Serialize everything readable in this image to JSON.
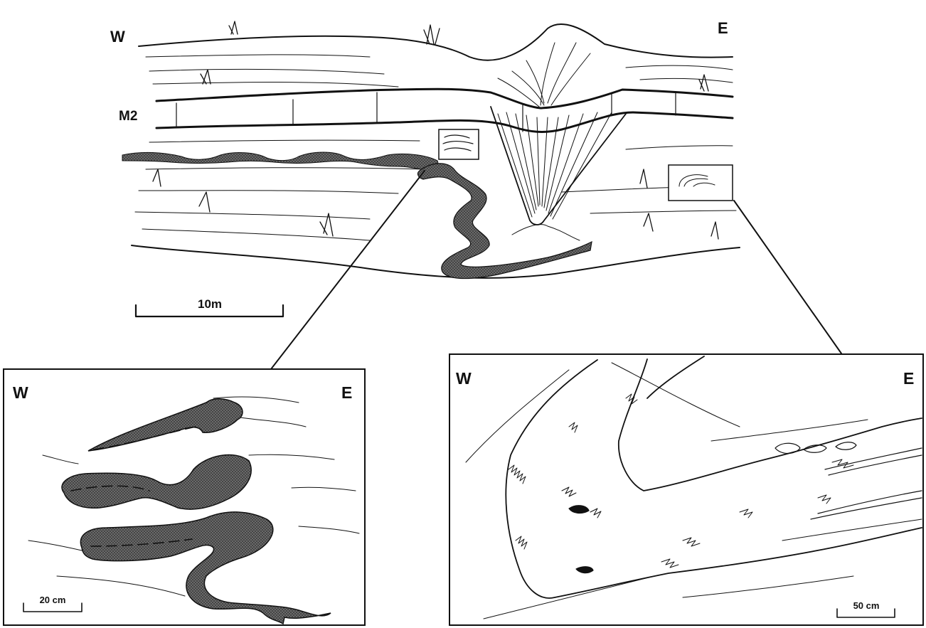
{
  "figure": {
    "main_section": {
      "west_label": "W",
      "east_label": "E",
      "marker_bed_label": "M2",
      "scale_label": "10m"
    },
    "inset_left": {
      "west_label": "W",
      "east_label": "E",
      "scale_label": "20 cm"
    },
    "inset_right": {
      "west_label": "W",
      "east_label": "E",
      "scale_label": "50 cm"
    }
  },
  "colors": {
    "ink": "#111111",
    "paper": "#ffffff",
    "stipple": "#5a5a5a"
  }
}
